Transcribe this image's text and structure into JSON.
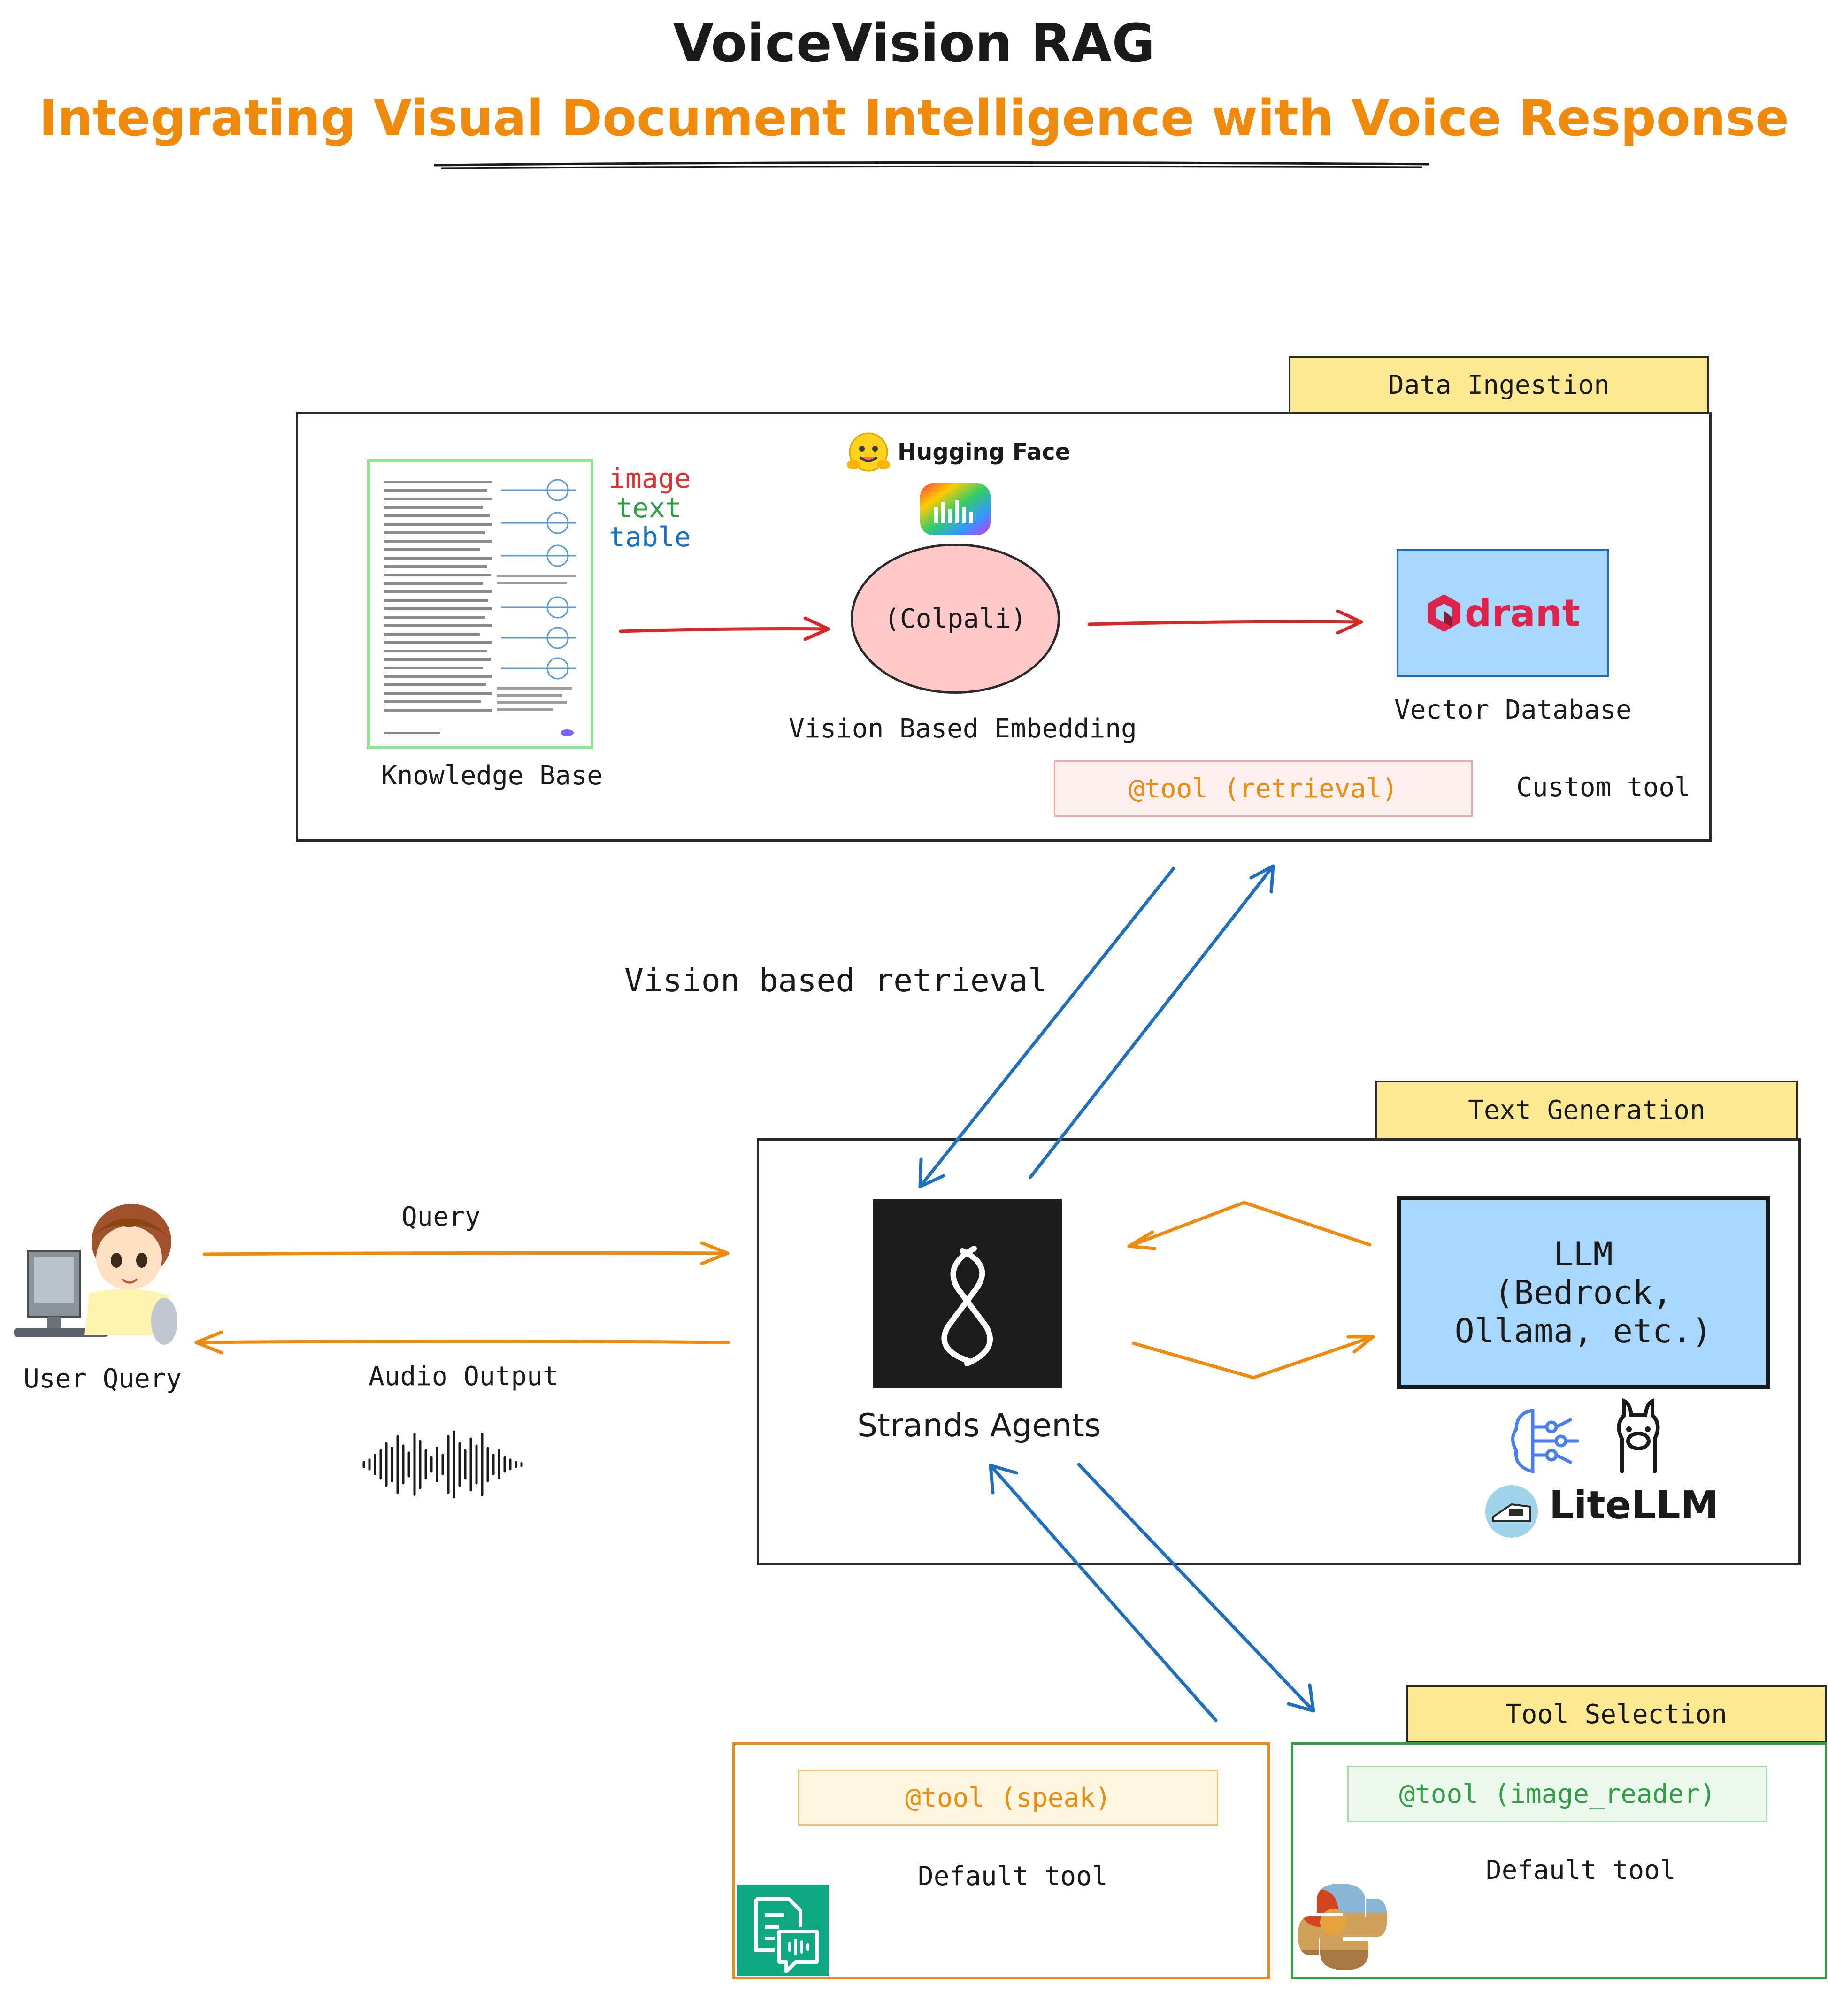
{
  "title": "VoiceVision RAG",
  "subtitle": "Integrating Visual Document Intelligence with Voice Response",
  "data_ingestion": {
    "tag": "Data Ingestion",
    "knowledge_base_label": "Knowledge Base",
    "modalities": [
      "image",
      "text",
      "table"
    ],
    "huggingface_label": "Hugging Face",
    "colpali_label": "(Colpali)",
    "embedding_label": "Vision Based Embedding",
    "qdrant_logo_text": "drant",
    "vector_db_label": "Vector Database",
    "retrieval_tool": "@tool (retrieval)",
    "custom_tool_label": "Custom tool"
  },
  "vision_retrieval_label": "Vision based retrieval",
  "user": {
    "label": "User Query",
    "query_label": "Query",
    "audio_label": "Audio Output"
  },
  "text_generation": {
    "tag": "Text Generation",
    "agent_label": "Strands Agents",
    "llm_line1": "LLM",
    "llm_line2": "(Bedrock,",
    "llm_line3": "Ollama, etc.)",
    "litellm_label": "LiteLLM"
  },
  "tool_selection": {
    "tag": "Tool Selection",
    "speak_tool": "@tool (speak)",
    "speak_default": "Default tool",
    "image_reader_tool": "@tool (image_reader)",
    "image_reader_default": "Default tool"
  },
  "colors": {
    "orange": "#ef8a0c",
    "red_arrow": "#d62828",
    "blue_arrow": "#1f6fbf",
    "tag_yellow": "#fde991",
    "llm_blue": "#a7d7fd",
    "colpali_pink": "#ffc9c9",
    "qdrant_magenta": "#dc244c",
    "modality_image": "#e03131",
    "modality_text": "#2f9e44",
    "modality_table": "#1971c2",
    "green_box": "#2f9e44"
  },
  "icons": [
    "huggingface-icon",
    "colpali-logo-icon",
    "qdrant-icon",
    "user-at-computer-icon",
    "audio-waveform-icon",
    "strands-dna-icon",
    "bedrock-brain-icon",
    "ollama-llama-icon",
    "litellm-train-icon",
    "speech-doc-icon",
    "python-image-icon"
  ]
}
